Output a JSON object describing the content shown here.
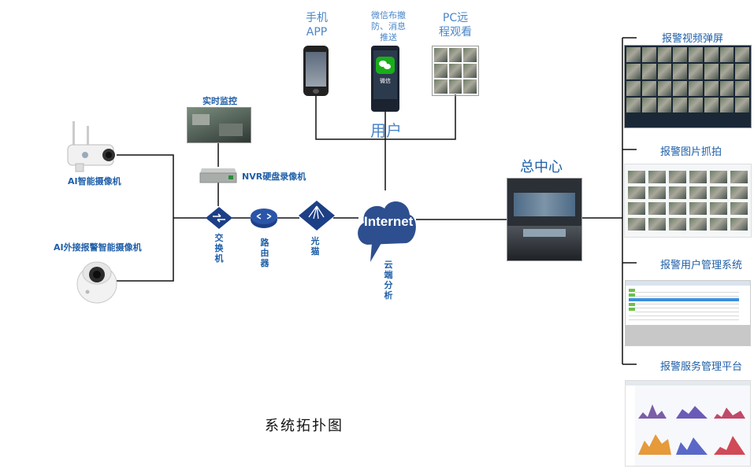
{
  "devices": {
    "ai_camera": "AI智能摄像机",
    "alarm_camera": "AI外接报警智能摄像机",
    "monitor": "实时监控",
    "nvr": "NVR硬盘录像机",
    "switch": "交换机",
    "router": "路由器",
    "modem": "光猫",
    "internet": "Internet",
    "cloud": "云端分析"
  },
  "users": {
    "group_label": "用户",
    "phone": "手机APP",
    "wechat": "微信布撤防、消息推送",
    "wechat_app": "微信",
    "pc": "PC远程观看"
  },
  "center": {
    "label": "总中心"
  },
  "outputs": [
    {
      "label": "报警视频弹屏"
    },
    {
      "label": "报警图片抓拍"
    },
    {
      "label": "报警用户管理系统"
    },
    {
      "label": "报警服务管理平台"
    }
  ],
  "caption": "系统拓扑图",
  "colors": {
    "label_blue": "#1f5fa8",
    "top_blue": "#4a86c8",
    "device_navy": "#1d3f86",
    "wechat_green": "#1aad19"
  }
}
